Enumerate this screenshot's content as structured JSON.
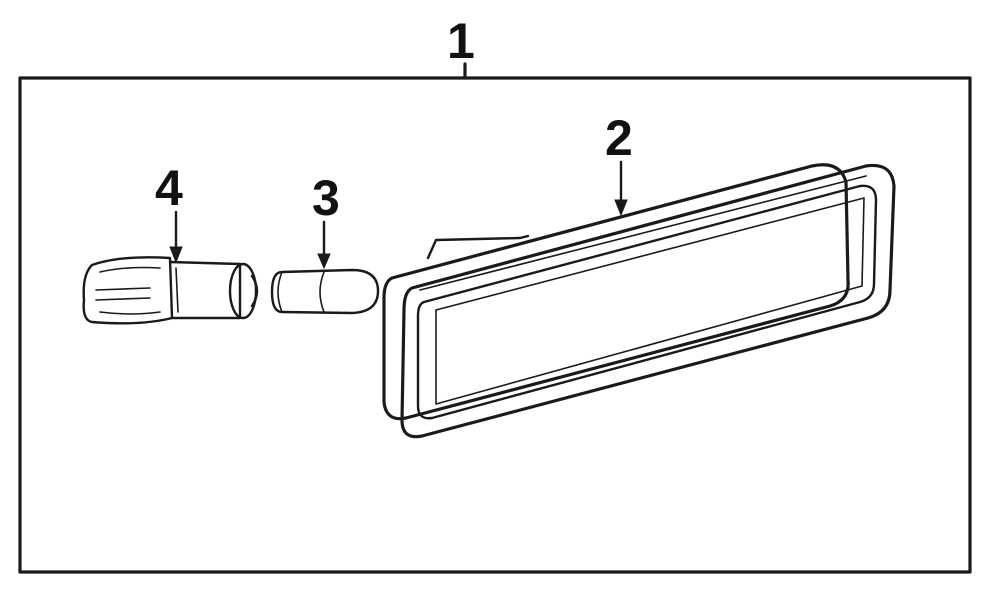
{
  "callouts": {
    "assembly": "1",
    "lens": "2",
    "bulb": "3",
    "socket": "4"
  },
  "colors": {
    "ink": "#1a1a1a",
    "background": "#ffffff"
  }
}
